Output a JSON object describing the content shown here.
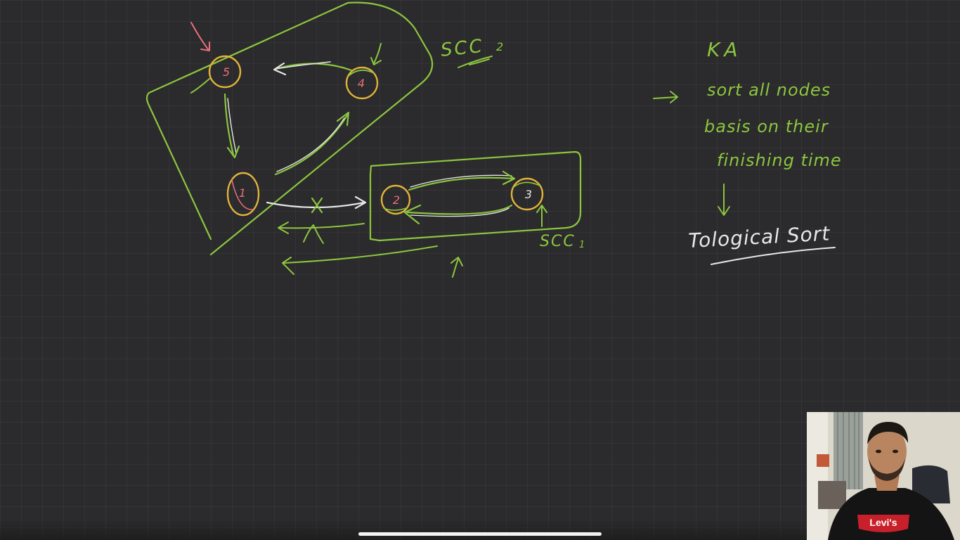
{
  "canvas": {
    "background": "#2b2a2c",
    "grid_color": "#3a393b"
  },
  "colors": {
    "green": "#8cc63f",
    "yellow": "#e0b33a",
    "white": "#e8e8e8",
    "red": "#e8707a"
  },
  "graph": {
    "nodes": [
      {
        "label": "5"
      },
      {
        "label": "4"
      },
      {
        "label": "1"
      },
      {
        "label": "2"
      },
      {
        "label": "3"
      }
    ],
    "scc_labels": {
      "scc2": "SCC",
      "scc2_sub": "2",
      "scc1": "SCC",
      "scc1_sub": "1"
    },
    "cross_mark": "X"
  },
  "notes": {
    "title": "KA",
    "line1": "sort all nodes",
    "line2": "basis on their",
    "line3": "finishing time",
    "result": "Tological Sort"
  },
  "webcam": {
    "shirt_logo": "Levi's"
  }
}
